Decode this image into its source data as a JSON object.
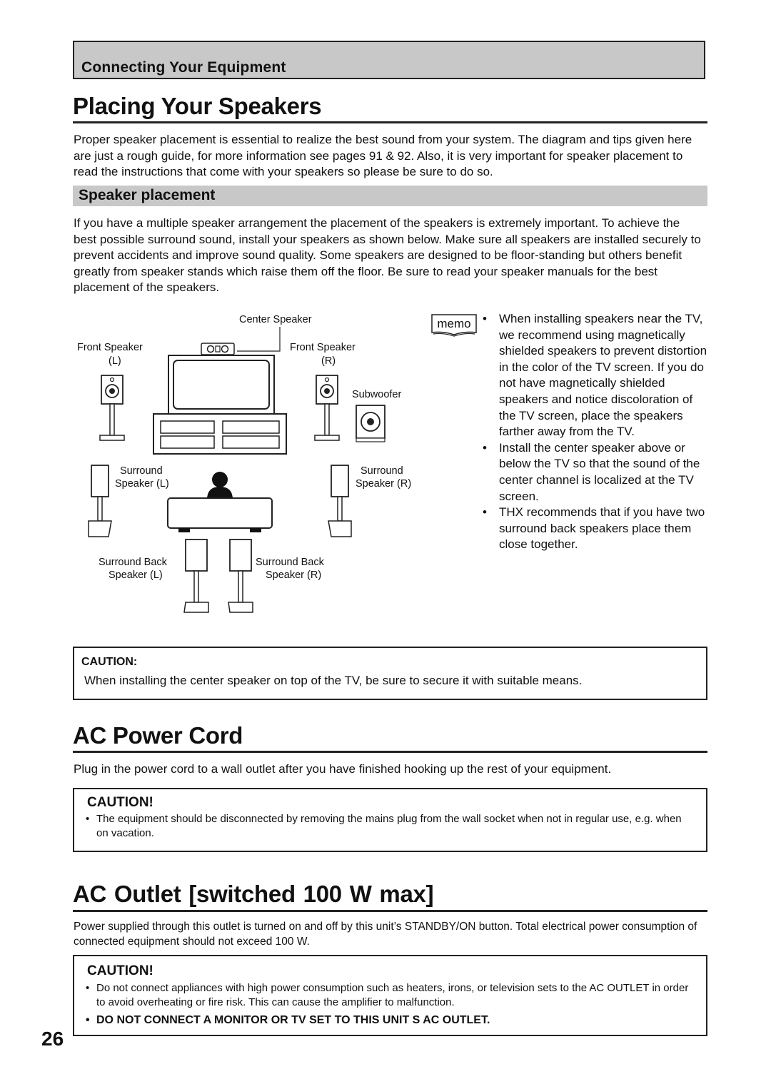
{
  "header": {
    "section": "Connecting Your Equipment"
  },
  "placing": {
    "title": "Placing Your Speakers",
    "intro": "Proper speaker placement is essential to realize the best sound from your system. The diagram and tips given here are just a rough guide, for more information see pages 91 & 92. Also, it is very important for speaker placement to read the instructions that come with your speakers so please be sure to do so.",
    "sub_title": "Speaker placement",
    "sub_text": "If you have a multiple speaker arrangement the placement of the speakers is extremely important. To achieve the best possible surround sound, install your speakers as shown below. Make sure all speakers are installed securely to prevent accidents and improve sound quality. Some speakers are designed to be floor-standing but others benefit greatly from speaker stands which raise them off the floor. Be sure to read your speaker manuals for the best placement of the speakers."
  },
  "diagram": {
    "center": "Center Speaker",
    "front": "Front Speaker",
    "left": "(L)",
    "right": "(R)",
    "subwoofer": "Subwoofer",
    "surround": "Surround",
    "surround_l": "Speaker (L)",
    "surround_r": "Speaker (R)",
    "surround_back": "Surround Back",
    "back_l": "Speaker (L)",
    "back_r": "Speaker (R)"
  },
  "memo": {
    "label": "memo",
    "items": [
      "When installing speakers near the TV, we recommend using magnetically shielded speakers to prevent distortion in the color of the TV screen. If you do not have magnetically shielded speakers and notice discoloration of the TV screen, place the speakers farther away from the TV.",
      "Install the center speaker above or below the TV so that the sound of the center channel is localized at the TV screen.",
      "THX recommends that if you have two surround back speakers place them close together."
    ]
  },
  "caution1": {
    "title": "CAUTION:",
    "text": "When installing the center speaker on top of the TV, be sure to secure it with suitable means."
  },
  "ac_cord": {
    "title": "AC Power Cord",
    "text": "Plug in the power cord to a wall outlet after you have finished hooking up the rest of your equipment.",
    "caution_title": "CAUTION!",
    "caution_item": "The equipment should be disconnected by removing the mains plug from the wall socket when not in regular use, e.g. when on vacation."
  },
  "ac_outlet": {
    "title": "AC Outlet  [switched 100 W max]",
    "text": "Power supplied through this outlet is turned on and off by this unit’s STANDBY/ON button. Total electrical power consumption of connected equipment should not exceed 100 W.",
    "caution_title": "CAUTION!",
    "caution_item1": "Do not connect appliances with high power consumption such as heaters, irons, or television sets to the AC OUTLET in order to avoid overheating or fire risk. This can cause the amplifier to malfunction.",
    "caution_item2": "DO NOT CONNECT A MONITOR OR TV SET TO THIS UNIT S AC OUTLET."
  },
  "page_number": "26"
}
